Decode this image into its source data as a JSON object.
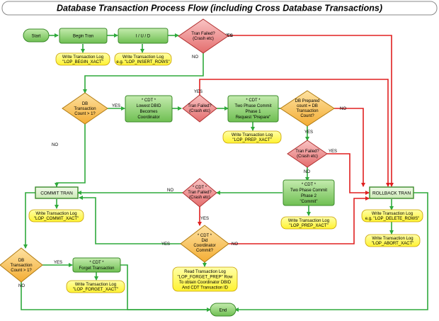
{
  "title": "Database Transaction Process Flow (including Cross Database Transactions)",
  "nodes": {
    "start": {
      "lines": [
        "Start"
      ]
    },
    "begin_tran": {
      "lines": [
        "Begin Tran"
      ]
    },
    "iud": {
      "lines": [
        "I / U / D"
      ]
    },
    "tran_failed_1": {
      "lines": [
        "Tran Failed?",
        "(Crash etc)"
      ]
    },
    "log_begin": {
      "lines": [
        "Write Transaction Log",
        "\"LOP_BEGIN_XACT\""
      ]
    },
    "log_insert": {
      "lines": [
        "Write Transaction Log",
        "e.g. \"LOP_INSERT_ROWS\""
      ]
    },
    "db_count": {
      "lines": [
        "DB",
        "Transaction",
        "Count > 1?"
      ]
    },
    "cdt_lowest": {
      "lines": [
        "* CDT *",
        "Lowest DBID",
        "Becomes",
        "Coordinator"
      ]
    },
    "tran_failed_2": {
      "lines": [
        "Tran Failed?",
        "(Crash etc)"
      ]
    },
    "two_phase_1": {
      "lines": [
        "* CDT *",
        "Two Phase Commit",
        "Phase 1",
        "Request \"Prepare\""
      ]
    },
    "db_prepared": {
      "lines": [
        "DB Prepared",
        "count = DB",
        "Transaction",
        "Count?"
      ]
    },
    "log_prep_1": {
      "lines": [
        "Write Transaction Log",
        "\"LOP_PREP_XACT\""
      ]
    },
    "tran_failed_3": {
      "lines": [
        "Tran Failed?",
        "(Crash etc)"
      ]
    },
    "commit_tran": {
      "lines": [
        "COMMIT TRAN"
      ]
    },
    "tran_failed_4": {
      "lines": [
        "* CDT *",
        "Tran Failed?",
        "(Crash etc)"
      ]
    },
    "two_phase_2": {
      "lines": [
        "* CDT *",
        "Two Phase Commit",
        "Phase 2",
        "\"Commit\""
      ]
    },
    "rollback_tran": {
      "lines": [
        "ROLLBACK TRAN"
      ]
    },
    "log_commit": {
      "lines": [
        "Write Transaction Log",
        "\"LOP_COMMIT_XACT\""
      ]
    },
    "log_prep_2": {
      "lines": [
        "Write Transaction Log",
        "\"LOP_PREP_XACT\""
      ]
    },
    "log_delete": {
      "lines": [
        "Write Transaction Log",
        "e.g. \"LOP_DELETE_ROWS\""
      ]
    },
    "log_abort": {
      "lines": [
        "Write Transaction Log",
        "\"LOP_ABORT_XACT\""
      ]
    },
    "coordinator": {
      "lines": [
        "* CDT *",
        "Did",
        "Coordinator",
        "Commit?"
      ]
    },
    "db_count_2": {
      "lines": [
        "DB",
        "Transaction",
        "Count > 1?"
      ]
    },
    "forget": {
      "lines": [
        "* CDT *",
        "Forget Transaction"
      ]
    },
    "log_forget": {
      "lines": [
        "Write Transaction Log",
        "\"LOP_FORGET_XACT\""
      ]
    },
    "read_log": {
      "lines": [
        "Read Transaction Log",
        "\"LOP_FORGET_PREP\" Row",
        "To obtain Coordinator DBID",
        "And CDT Transaction ID"
      ]
    },
    "end": {
      "lines": [
        "End"
      ]
    }
  },
  "edge_labels": {
    "yes": "YES",
    "no": "NO"
  },
  "colors": {
    "green_fill": "#8fd174",
    "green_stroke": "#3b8a2a",
    "light_green": "#dff3cf",
    "diamond_red": "#ee8b8b",
    "diamond_red_stroke": "#b03030",
    "diamond_orange": "#f8c462",
    "diamond_orange_stroke": "#b07a10",
    "log_yellow": "#ffff55",
    "log_stroke": "#c8a000",
    "arrow_green": "#2faa3c",
    "arrow_red": "#e02020",
    "title_border": "#888888"
  }
}
